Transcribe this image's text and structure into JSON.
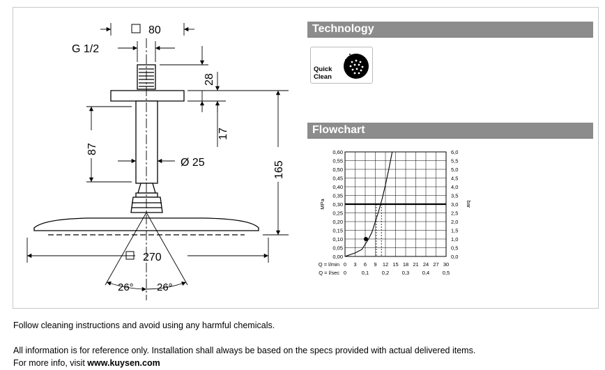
{
  "technology": {
    "header": "Technology",
    "badge_text": "Quick Clean",
    "badge_icon": "quick-clean-spray-icon"
  },
  "flowchart": {
    "header": "Flowchart"
  },
  "drawing": {
    "dim_top_width": "80",
    "dim_thread": "G 1/2",
    "dim_28": "28",
    "dim_17": "17",
    "dim_87": "87",
    "dim_165": "165",
    "dim_diameter": "Ø 25",
    "dim_270": "270",
    "dim_angle_left": "26°",
    "dim_angle_right": "26°"
  },
  "chart_data": {
    "type": "line",
    "x_label_flow_min": "Q = l/min",
    "x_label_flow_sec": "Q = l/sec",
    "y_label_left": "MPa",
    "y_label_right": "bar",
    "x_ticks_lmin": [
      "0",
      "3",
      "6",
      "9",
      "12",
      "15",
      "18",
      "21",
      "24",
      "27",
      "30"
    ],
    "x_ticks_lsec": [
      "0",
      "0,1",
      "0,2",
      "0,3",
      "0,4",
      "0,5"
    ],
    "y_ticks_mpa": [
      "0,00",
      "0,05",
      "0,10",
      "0,15",
      "0,20",
      "0,25",
      "0,30",
      "0,35",
      "0,40",
      "0,45",
      "0,50",
      "0,55",
      "0,60"
    ],
    "y_ticks_bar": [
      "0,0",
      "0,5",
      "1,0",
      "1,5",
      "2,0",
      "2,5",
      "3,0",
      "3,5",
      "4,0",
      "4,5",
      "5,0",
      "5,5",
      "6,0"
    ],
    "xlim": [
      0,
      30
    ],
    "ylim": [
      0,
      0.6
    ],
    "reference_line_mpa": 0.3,
    "series": [
      {
        "x": [
          0,
          3,
          5,
          6,
          7,
          8,
          9,
          10,
          11,
          12,
          13,
          14
        ],
        "y": [
          0.0,
          0.02,
          0.04,
          0.07,
          0.1,
          0.14,
          0.2,
          0.26,
          0.33,
          0.41,
          0.5,
          0.6
        ]
      }
    ],
    "marker_point": {
      "x": 6.2,
      "y": 0.1
    },
    "operating_marks_x": [
      9.3,
      10.8
    ],
    "grid": true
  },
  "footer": {
    "line1": "Follow cleaning instructions and avoid using any harmful chemicals.",
    "line2": "All information is for reference only. Installation shall always be based on the specs provided with actual delivered items.",
    "line3_prefix": "For more info, visit ",
    "line3_link": "www.kuysen.com"
  }
}
